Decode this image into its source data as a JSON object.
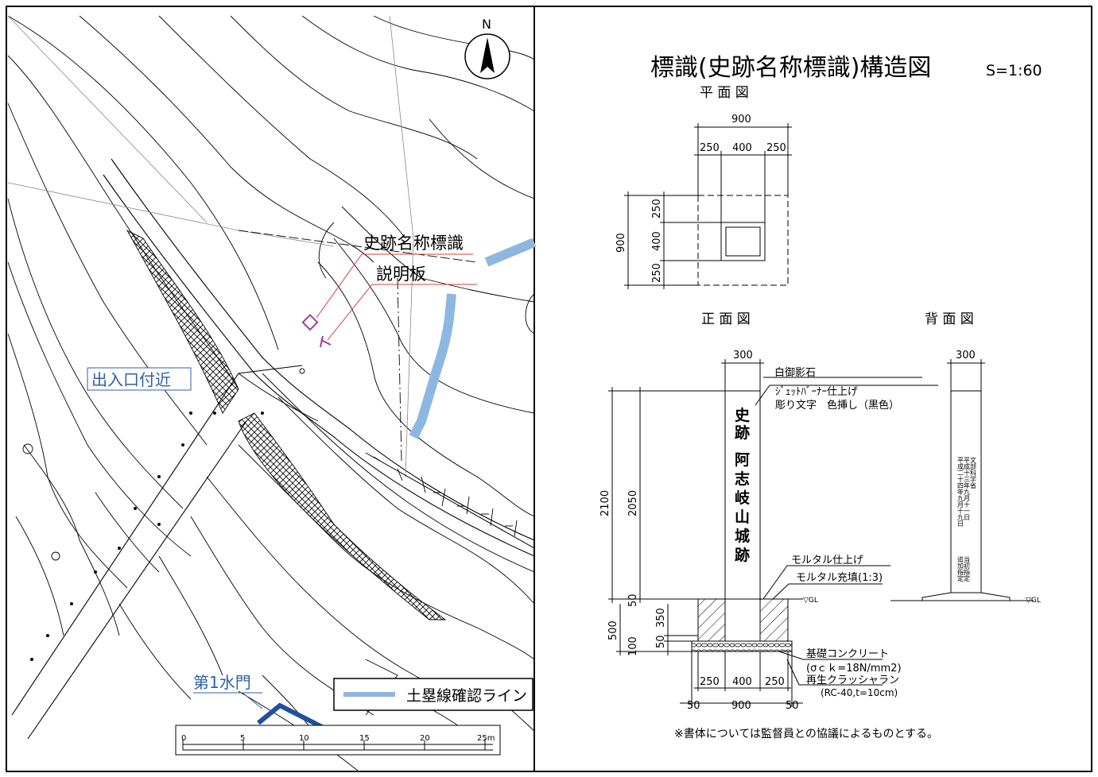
{
  "map": {
    "north_label": "N",
    "label_marker": "史跡名称標識",
    "label_board": "説明板",
    "label_entrance": "出入口付近",
    "label_gate": "第1水門",
    "legend_label": "土塁線確認ライン",
    "scale_ticks": [
      "0",
      "5",
      "10",
      "15",
      "20",
      "25m"
    ],
    "colors": {
      "line_blue": "#8db7e0",
      "label_blue": "#2f5fa8",
      "marker": "#9b3f9b",
      "leader": "#d04040",
      "dark_blue": "#1f4fa0"
    }
  },
  "drawing": {
    "title": "標識(史跡名称標識)構造図",
    "scale": "S=1:60",
    "plan_label": "平 面 図",
    "front_label": "正 面 図",
    "back_label": "背 面 図",
    "plan_dims": {
      "total": "900",
      "left": "250",
      "mid": "400",
      "right": "250",
      "side_total": "900",
      "side_top": "250",
      "side_mid": "400",
      "side_bottom": "250"
    },
    "front_dims": {
      "width": "300",
      "h_total": "2100",
      "h_above": "2050",
      "d1": "50",
      "f_total": "500",
      "f_a": "350",
      "f_b": "50",
      "f_c": "100",
      "base_l": "250",
      "base_m": "400",
      "base_r": "250",
      "foot_l": "50",
      "foot_m": "900",
      "foot_r": "50"
    },
    "back_dims": {
      "width": "300"
    },
    "note_stone1": "白御影石",
    "note_stone2": "ｼﾞｪｯﾄﾊﾞｰﾅｰ仕上げ",
    "note_stone3": "彫り文字　色挿し（黒色）",
    "note_mortar1": "モルタル仕上げ",
    "note_mortar2": "モルタル充填(1:3)",
    "note_base1": "基礎コンクリート",
    "note_base2": "(σｃｋ=18N/mm2)",
    "note_base3": "再生クラッシャラン",
    "note_base4": "(RC-40,t=10cm)",
    "gl": "▽GL",
    "front_chars": [
      "史",
      "跡",
      "阿",
      "志",
      "岐",
      "山",
      "城",
      "跡"
    ],
    "back_cols": [
      "文部科学省",
      "平成十三年九月十一日",
      "平成二十四年九月十九日",
      "当初指定",
      "追加指定"
    ],
    "footnote": "※書体については監督員との協議によるものとする。"
  }
}
